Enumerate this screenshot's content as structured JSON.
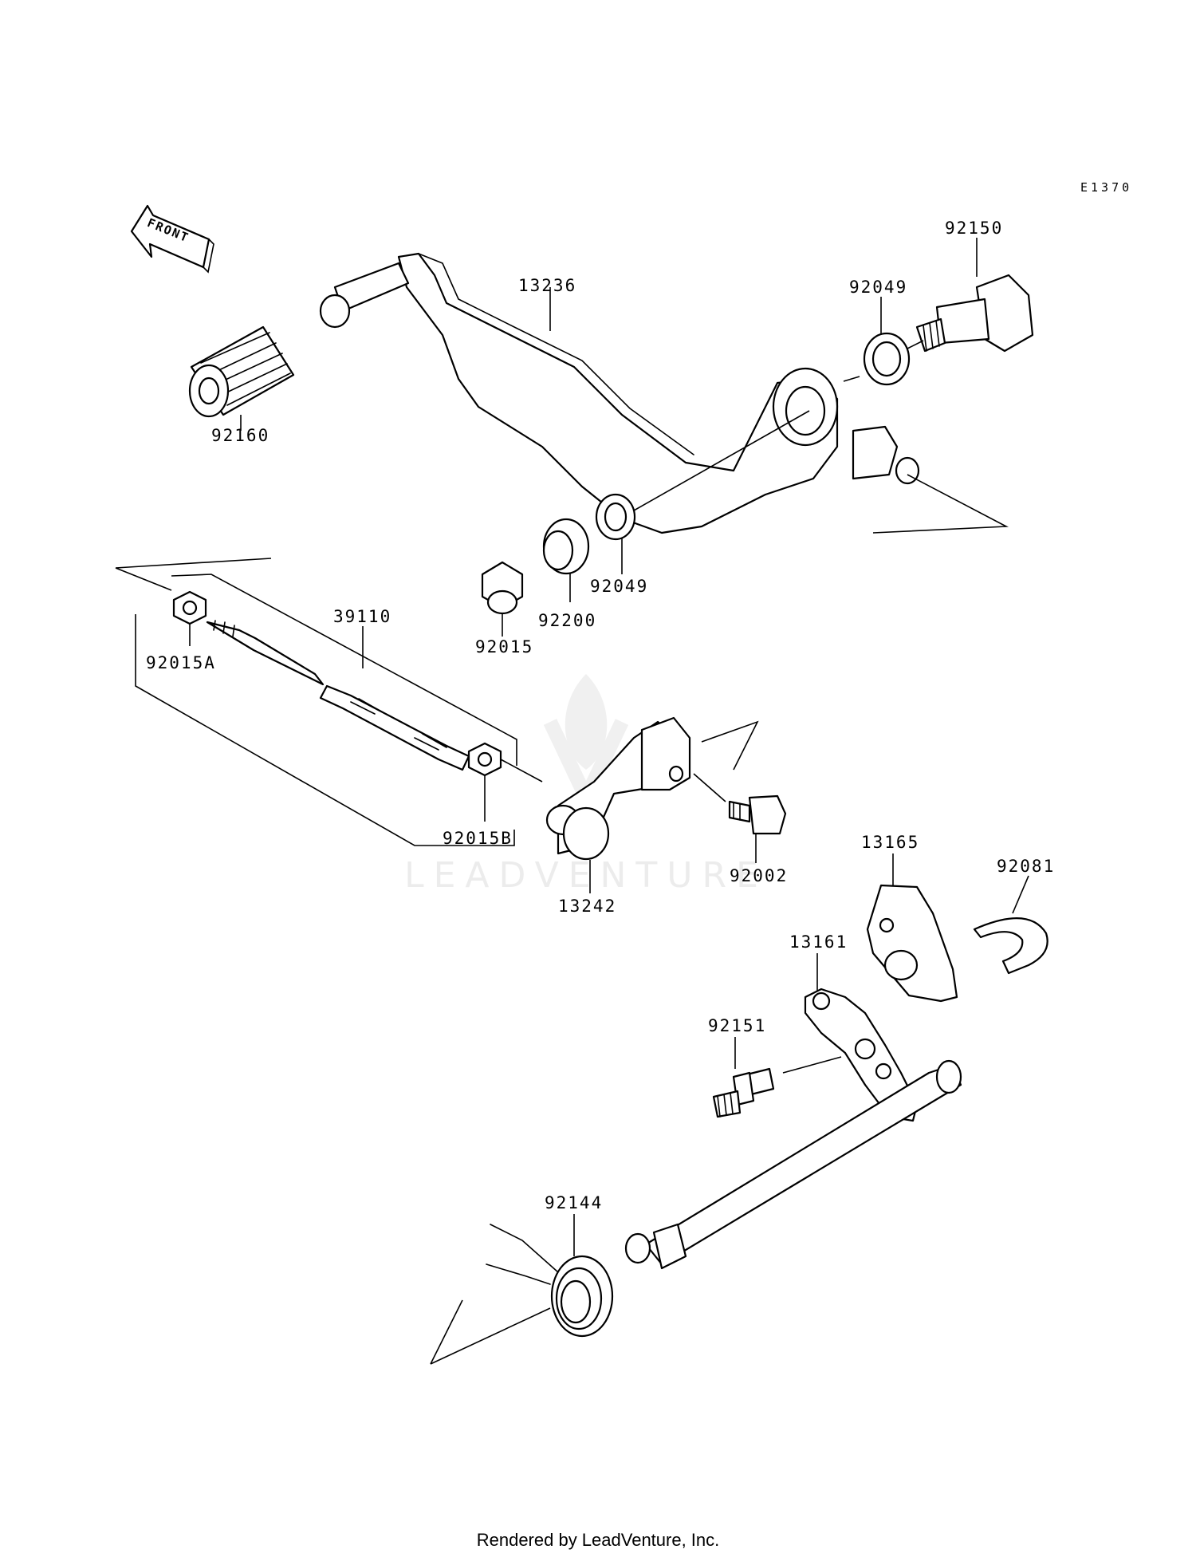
{
  "diagram": {
    "code": "E1370",
    "front_label": "FRONT",
    "watermark": "LEADVENTURE",
    "credit": "Rendered by LeadVenture, Inc.",
    "parts": [
      {
        "key": "p13236",
        "number": "13236"
      },
      {
        "key": "p92150",
        "number": "92150"
      },
      {
        "key": "p92049a",
        "number": "92049"
      },
      {
        "key": "p92160",
        "number": "92160"
      },
      {
        "key": "p92049b",
        "number": "92049"
      },
      {
        "key": "p92200",
        "number": "92200"
      },
      {
        "key": "p92015",
        "number": "92015"
      },
      {
        "key": "p39110",
        "number": "39110"
      },
      {
        "key": "p92015A",
        "number": "92015A"
      },
      {
        "key": "p92015B",
        "number": "92015B"
      },
      {
        "key": "p13242",
        "number": "13242"
      },
      {
        "key": "p92002",
        "number": "92002"
      },
      {
        "key": "p13165",
        "number": "13165"
      },
      {
        "key": "p92081",
        "number": "92081"
      },
      {
        "key": "p13161",
        "number": "13161"
      },
      {
        "key": "p92151",
        "number": "92151"
      },
      {
        "key": "p92144",
        "number": "92144"
      }
    ]
  }
}
